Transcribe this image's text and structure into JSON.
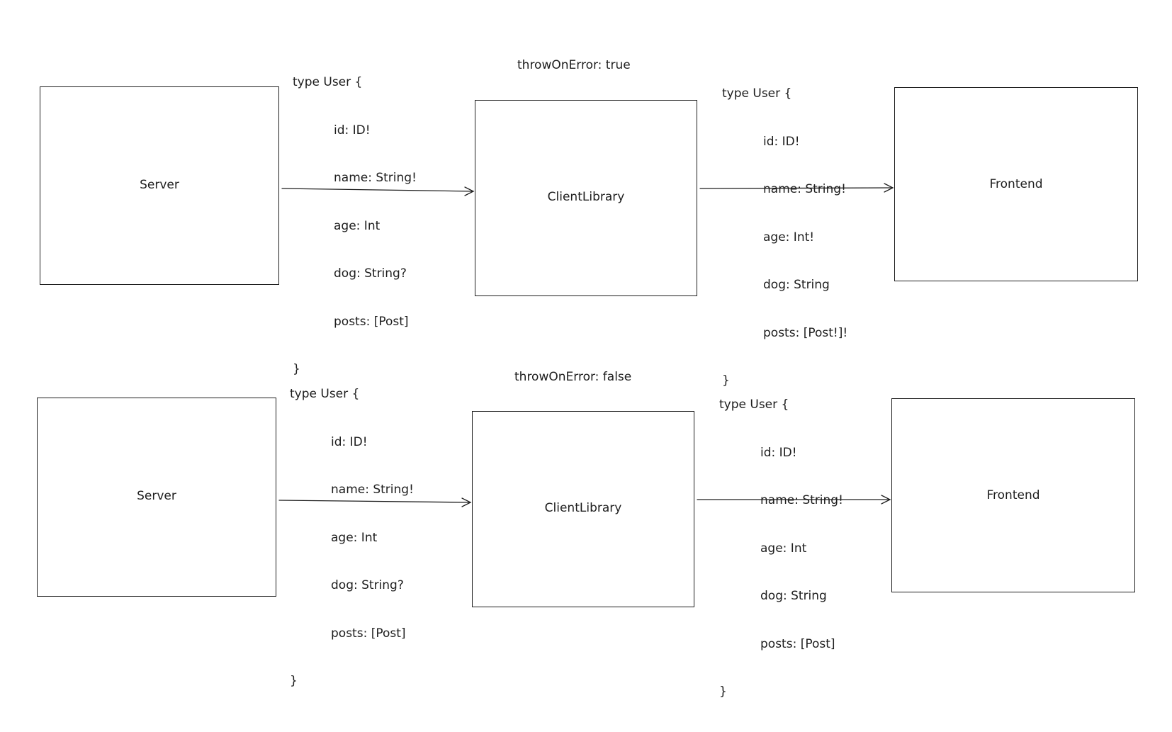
{
  "rows": [
    {
      "server_label": "Server",
      "client_label": "ClientLibrary",
      "frontend_label": "Frontend",
      "option": "throwOnError: true",
      "server_schema": {
        "open": "type User {",
        "fields": [
          "id: ID!",
          "name: String!",
          "age: Int",
          "dog: String?",
          "posts: [Post]"
        ],
        "close": "}"
      },
      "frontend_schema": {
        "open": "type User {",
        "fields": [
          "id: ID!",
          "name: String!",
          "age: Int!",
          "dog: String",
          "posts: [Post!]!"
        ],
        "close": "}"
      }
    },
    {
      "server_label": "Server",
      "client_label": "ClientLibrary",
      "frontend_label": "Frontend",
      "option": "throwOnError: false",
      "server_schema": {
        "open": "type User {",
        "fields": [
          "id: ID!",
          "name: String!",
          "age: Int",
          "dog: String?",
          "posts: [Post]"
        ],
        "close": "}"
      },
      "frontend_schema": {
        "open": "type User {",
        "fields": [
          "id: ID!",
          "name: String!",
          "age: Int",
          "dog: String",
          "posts: [Post]"
        ],
        "close": "}"
      }
    }
  ],
  "colors": {
    "stroke": "#1e1e1e",
    "background": "#ffffff"
  }
}
